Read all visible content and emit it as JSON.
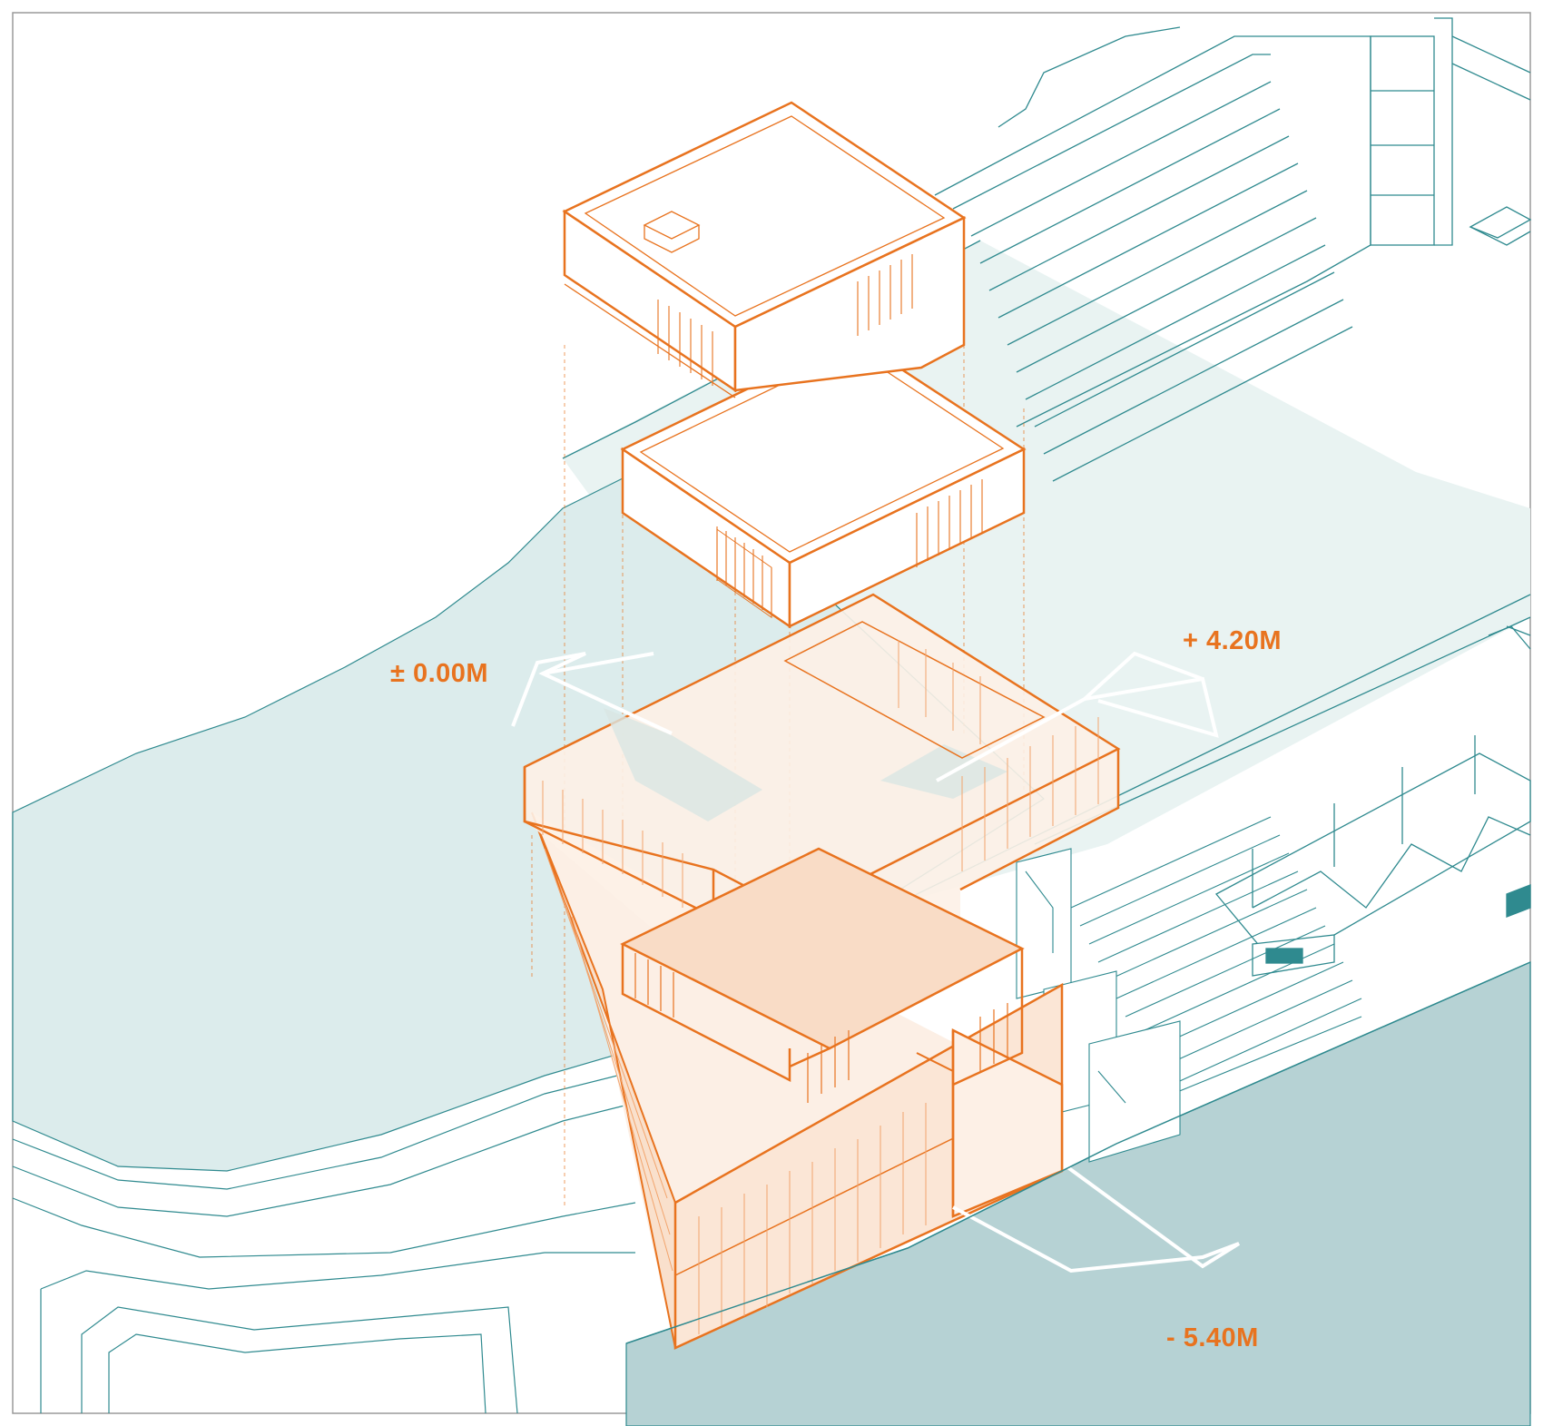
{
  "levels": {
    "ground": "± 0.00M",
    "upper": "+ 4.20M",
    "lower": "- 5.40M"
  },
  "colors": {
    "accent": "#e8731f",
    "line_teal": "#2f8a8f",
    "plaza_light": "#e3efee",
    "plaza_mid": "#d6e9e8",
    "water_dark": "#b6d2d4",
    "transparent_fill": "#fbe3d3"
  }
}
